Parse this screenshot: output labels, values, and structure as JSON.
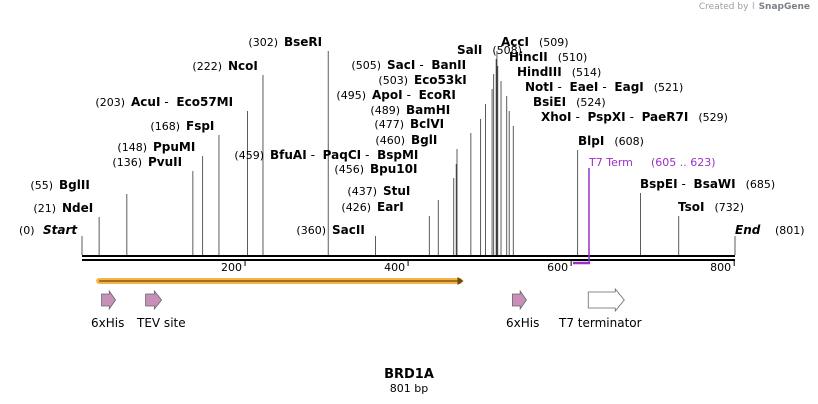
{
  "watermark": {
    "prefix": "Created by",
    "logo": "snapgene-logo-icon",
    "brand": "SnapGene"
  },
  "sequence": {
    "name": "BRD1A",
    "length_label": "801 bp",
    "length": 801
  },
  "ends": {
    "start": {
      "pos": "(0)",
      "label": "Start"
    },
    "end": {
      "pos": "(801)",
      "label": "End"
    }
  },
  "ruler_ticks": [
    "200",
    "400",
    "600",
    "800"
  ],
  "sites": [
    {
      "pos": "(21)",
      "bp": 21,
      "names": [
        "NdeI"
      ]
    },
    {
      "pos": "(55)",
      "bp": 55,
      "names": [
        "BglII"
      ]
    },
    {
      "pos": "(136)",
      "bp": 136,
      "names": [
        "PvuII"
      ]
    },
    {
      "pos": "(148)",
      "bp": 148,
      "names": [
        "PpuMI"
      ]
    },
    {
      "pos": "(168)",
      "bp": 168,
      "names": [
        "FspI"
      ]
    },
    {
      "pos": "(203)",
      "bp": 203,
      "names": [
        "AcuI",
        "Eco57MI"
      ]
    },
    {
      "pos": "(222)",
      "bp": 222,
      "names": [
        "NcoI"
      ]
    },
    {
      "pos": "(302)",
      "bp": 302,
      "names": [
        "BseRI"
      ]
    },
    {
      "pos": "(360)",
      "bp": 360,
      "names": [
        "SacII"
      ]
    },
    {
      "pos": "(426)",
      "bp": 426,
      "names": [
        "EarI"
      ]
    },
    {
      "pos": "(437)",
      "bp": 437,
      "names": [
        "StuI"
      ]
    },
    {
      "pos": "(456)",
      "bp": 456,
      "names": [
        "Bpu10I"
      ]
    },
    {
      "pos": "(459)",
      "bp": 459,
      "names": [
        "BfuAI",
        "PaqCI",
        "BspMI"
      ]
    },
    {
      "pos": "(460)",
      "bp": 460,
      "names": [
        "BglI"
      ]
    },
    {
      "pos": "(477)",
      "bp": 477,
      "names": [
        "BclVI"
      ]
    },
    {
      "pos": "(489)",
      "bp": 489,
      "names": [
        "BamHI"
      ]
    },
    {
      "pos": "(495)",
      "bp": 495,
      "names": [
        "ApoI",
        "EcoRI"
      ]
    },
    {
      "pos": "(503)",
      "bp": 503,
      "names": [
        "Eco53kI"
      ]
    },
    {
      "pos": "(505)",
      "bp": 505,
      "names": [
        "SacI",
        "BanII"
      ]
    },
    {
      "pos": "(508)",
      "bp": 508,
      "names": [
        "SalI"
      ]
    },
    {
      "pos": "(509)",
      "bp": 509,
      "names": [
        "AccI"
      ]
    },
    {
      "pos": "(510)",
      "bp": 510,
      "names": [
        "HincII"
      ]
    },
    {
      "pos": "(514)",
      "bp": 514,
      "names": [
        "HindIII"
      ]
    },
    {
      "pos": "(521)",
      "bp": 521,
      "names": [
        "NotI",
        "EaeI",
        "EagI"
      ]
    },
    {
      "pos": "(524)",
      "bp": 524,
      "names": [
        "BsiEI"
      ]
    },
    {
      "pos": "(529)",
      "bp": 529,
      "names": [
        "XhoI",
        "PspXI",
        "PaeR7I"
      ]
    },
    {
      "pos": "(608)",
      "bp": 608,
      "names": [
        "BlpI"
      ]
    },
    {
      "pos": "(685)",
      "bp": 685,
      "names": [
        "BspEI",
        "BsaWI"
      ]
    },
    {
      "pos": "(732)",
      "bp": 732,
      "names": [
        "TsoI"
      ]
    }
  ],
  "primer": {
    "name": "T7 Term",
    "range": "(605 .. 623)",
    "color": "#9b30c8"
  },
  "orf": {
    "start": 21,
    "end": 468,
    "color": "#f5a623"
  },
  "features": [
    {
      "label": "6xHis",
      "bp": 24,
      "color": "#c890b8"
    },
    {
      "label": "TEV site",
      "bp": 78,
      "color": "#c890b8"
    },
    {
      "label": "6xHis",
      "bp": 528,
      "color": "#c890b8"
    },
    {
      "label": "T7 terminator",
      "bp": 621,
      "color": "#ffffff"
    }
  ]
}
